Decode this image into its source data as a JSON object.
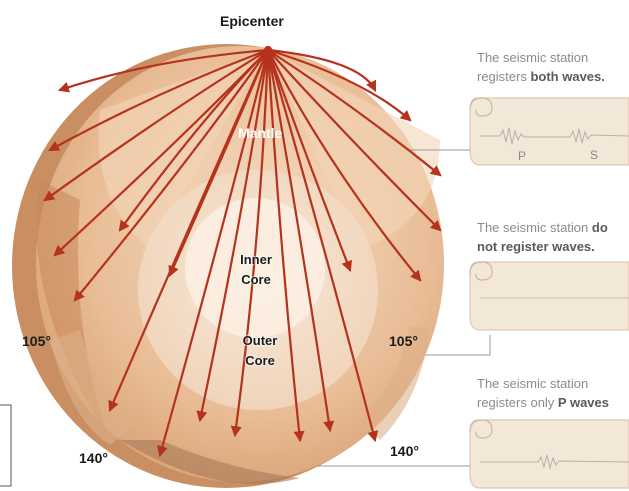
{
  "labels": {
    "epicenter": "Epicenter",
    "mantle": "Mantle",
    "inner_core": [
      "Inner",
      "Core"
    ],
    "outer_core": [
      "Outer",
      "Core"
    ],
    "deg_105_left": "105°",
    "deg_105_right": "105°",
    "deg_140_left": "140°",
    "deg_140_right": "140°"
  },
  "stations": [
    {
      "line1": "The seismic station",
      "line2_plain": "registers ",
      "line2_bold": "both waves."
    },
    {
      "line1_plain": "The seismic station ",
      "line1_bold": "do",
      "line2_bold": "not register waves."
    },
    {
      "line1": "The seismic station",
      "line2_plain": "registers only ",
      "line2_bold": "P waves"
    }
  ],
  "wave_labels": {
    "p": "P",
    "s": "S"
  },
  "colors": {
    "ray": "#b5321c",
    "sphere": "#e3b58f",
    "scroll": "#f3e7d8",
    "scroll_edge": "#dcc9b3",
    "leader": "#9a9a9a"
  }
}
